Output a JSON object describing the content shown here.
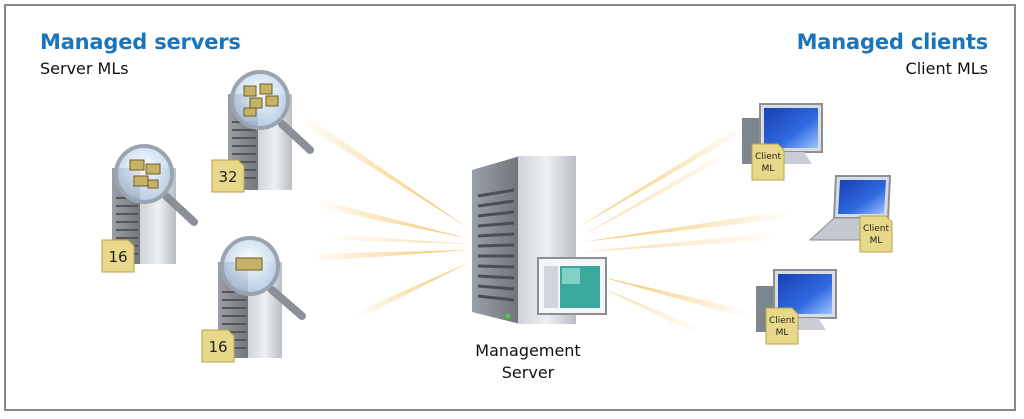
{
  "servers": {
    "title": "Managed servers",
    "subtitle": "Server MLs",
    "badges": [
      "32",
      "16",
      "16"
    ]
  },
  "clients": {
    "title": "Managed clients",
    "subtitle": "Client MLs",
    "badge_line1": "Client",
    "badge_line2": "ML"
  },
  "management": {
    "line1": "Management",
    "line2": "Server"
  },
  "colors": {
    "heading": "#1b75bc",
    "badge": "#e8d98a",
    "ray": "#f5b84a",
    "frame": "#888888"
  }
}
